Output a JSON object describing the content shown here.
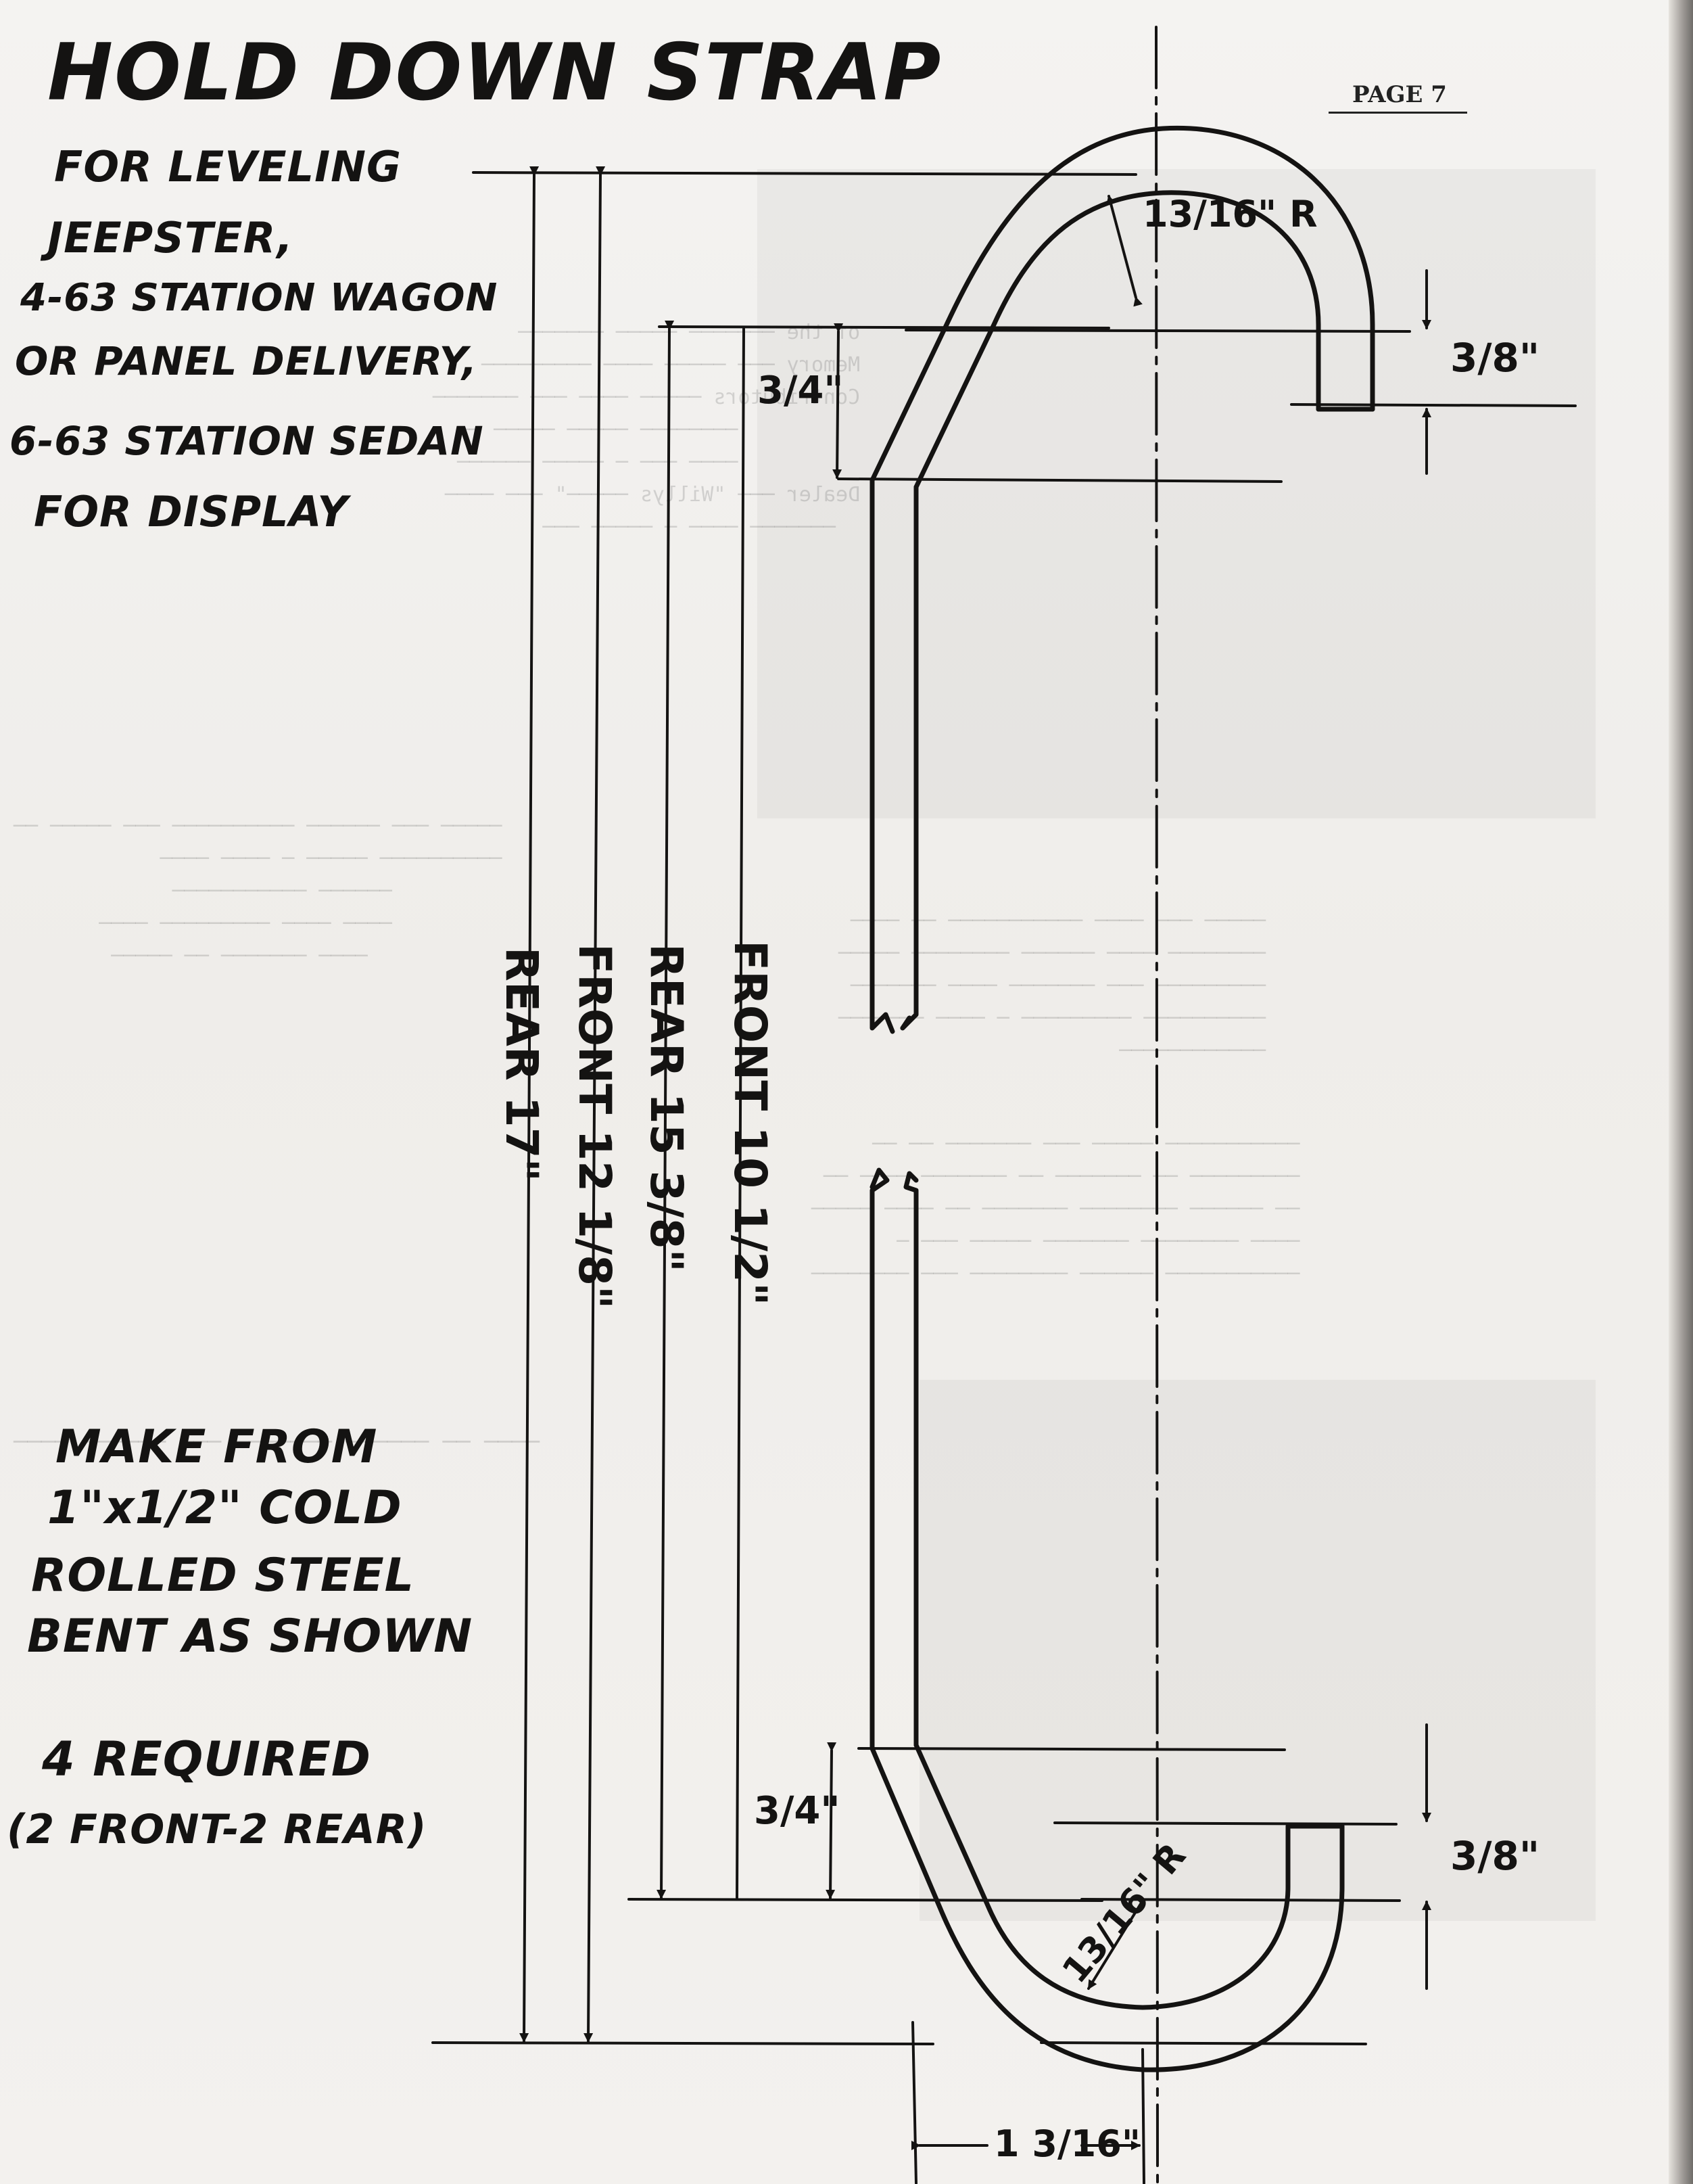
{
  "header": {
    "page_label": "PAGE 7"
  },
  "title": {
    "heading": "HOLD DOWN STRAP",
    "lines": [
      "FOR LEVELING",
      "JEEPSTER,",
      "4-63 STATION WAGON",
      "OR PANEL DELIVERY,",
      "6-63 STATION SEDAN",
      "FOR DISPLAY"
    ]
  },
  "notes": {
    "material_lines": [
      "MAKE FROM",
      "1\"x1/2\" COLD",
      "ROLLED STEEL",
      "BENT AS SHOWN"
    ],
    "quantity_lines": [
      "4 REQUIRED",
      "(2 FRONT-2 REAR)"
    ]
  },
  "dimensions": {
    "rear_overall": "REAR 17\"",
    "front_overall": "FRONT 12 1/8\"",
    "rear_inner": "REAR 15 3/8\"",
    "front_inner": "FRONT 10 1/2\"",
    "top_offset": "3/4\"",
    "bottom_offset": "3/4\"",
    "top_radius": "13/16\" R",
    "bottom_radius": "13/16\" R",
    "top_hook": "3/8\"",
    "bottom_hook": "3/8\"",
    "hook_width": "1 3/16\""
  }
}
